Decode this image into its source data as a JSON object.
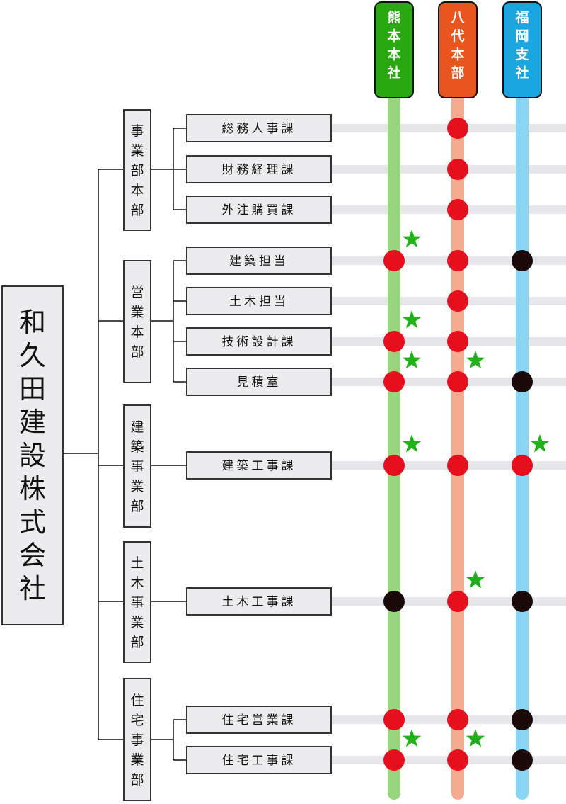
{
  "company": {
    "name": "和久田建設株式会社"
  },
  "offices": [
    {
      "id": "kumamoto",
      "name": "熊本本社",
      "color": "#2aa812",
      "line_color": "#99d47e"
    },
    {
      "id": "yatsushiro",
      "name": "八代本部",
      "color": "#e8551f",
      "line_color": "#f4ab90"
    },
    {
      "id": "fukuoka",
      "name": "福岡支社",
      "color": "#1aa7e0",
      "line_color": "#8ad5f2"
    }
  ],
  "divisions": [
    {
      "name": "事業部本部",
      "departments": [
        {
          "name": "総務人事課",
          "presence": [
            "none",
            "red",
            "none"
          ],
          "stars": [
            false,
            false,
            false
          ]
        },
        {
          "name": "財務経理課",
          "presence": [
            "none",
            "red",
            "none"
          ],
          "stars": [
            false,
            false,
            false
          ]
        },
        {
          "name": "外注購買課",
          "presence": [
            "none",
            "red",
            "none"
          ],
          "stars": [
            false,
            false,
            false
          ]
        }
      ]
    },
    {
      "name": "営業本部",
      "departments": [
        {
          "name": "建築担当",
          "presence": [
            "red",
            "red",
            "black"
          ],
          "stars": [
            true,
            false,
            false
          ]
        },
        {
          "name": "土木担当",
          "presence": [
            "none",
            "red",
            "none"
          ],
          "stars": [
            false,
            false,
            false
          ]
        },
        {
          "name": "技術設計課",
          "presence": [
            "red",
            "red",
            "none"
          ],
          "stars": [
            true,
            false,
            false
          ]
        },
        {
          "name": "見積室",
          "presence": [
            "red",
            "red",
            "black"
          ],
          "stars": [
            true,
            true,
            false
          ]
        }
      ]
    },
    {
      "name": "建築事業部",
      "departments": [
        {
          "name": "建築工事課",
          "presence": [
            "red",
            "red",
            "red"
          ],
          "stars": [
            true,
            false,
            true
          ]
        }
      ]
    },
    {
      "name": "土木事業部",
      "departments": [
        {
          "name": "土木工事課",
          "presence": [
            "black",
            "red",
            "black"
          ],
          "stars": [
            false,
            true,
            false
          ]
        }
      ]
    },
    {
      "name": "住宅事業部",
      "departments": [
        {
          "name": "住宅営業課",
          "presence": [
            "red",
            "red",
            "black"
          ],
          "stars": [
            false,
            false,
            false
          ]
        },
        {
          "name": "住宅工事課",
          "presence": [
            "red",
            "red",
            "black"
          ],
          "stars": [
            true,
            true,
            false
          ]
        }
      ]
    }
  ],
  "colors": {
    "box_fill": "#ececee",
    "box_stroke": "#333333",
    "connector": "#111111",
    "row_line": "#e6e6ea",
    "dot_red": "#e60f1e",
    "dot_black": "#1c0a0a",
    "star": "#22b11a"
  }
}
